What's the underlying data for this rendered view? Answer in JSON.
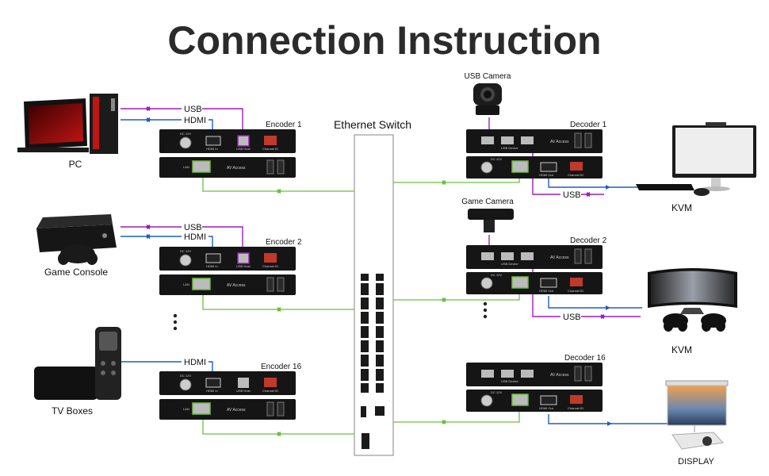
{
  "title": "Connection Instruction",
  "switch_label": "Ethernet Switch",
  "sources": [
    {
      "label": "PC"
    },
    {
      "label": "Game Console"
    },
    {
      "label": "TV Boxes"
    }
  ],
  "cable_labels": {
    "usb": "USB",
    "hdmi": "HDMI"
  },
  "encoders": [
    {
      "label": "Encoder 1",
      "hdmi_port": "HDMI In",
      "usb_port": "USB Host",
      "id_label": "Channel ID",
      "dc_label": "DC 12V",
      "lan_label": "LAN",
      "av_label": "AV Access"
    },
    {
      "label": "Encoder 2",
      "hdmi_port": "HDMI In",
      "usb_port": "USB Host",
      "id_label": "Channel ID",
      "dc_label": "DC 12V",
      "lan_label": "LAN",
      "av_label": "AV Access"
    },
    {
      "label": "Encoder 16",
      "hdmi_port": "HDMI In",
      "usb_port": "USB Host",
      "id_label": "Channel ID",
      "dc_label": "DC 12V",
      "lan_label": "LAN",
      "av_label": "AV Access"
    }
  ],
  "decoders": [
    {
      "label": "Decoder 1",
      "usb_label": "USB Device",
      "av_label": "AV Access",
      "hdmi_port": "HDMI Out",
      "id_label": "Channel ID",
      "dc_label": "DC 12V"
    },
    {
      "label": "Decoder 2",
      "usb_label": "USB Device",
      "av_label": "AV Access",
      "hdmi_port": "HDMI Out",
      "id_label": "Channel ID",
      "dc_label": "DC 12V"
    },
    {
      "label": "Decoder 16",
      "usb_label": "USB Device",
      "av_label": "AV Access",
      "hdmi_port": "HDMI Out",
      "id_label": "Channel ID",
      "dc_label": "DC 12V"
    }
  ],
  "outputs": [
    {
      "camera_label": "USB Camera",
      "label": "KVM"
    },
    {
      "camera_label": "Game Camera",
      "label": "KVM"
    },
    {
      "label": "DISPLAY"
    }
  ],
  "colors": {
    "usb": "#9b1fb8",
    "hdmi": "#1f5fbf",
    "ethernet": "#6cbf3f",
    "device": "#151515",
    "title": "#2b2b2b"
  }
}
